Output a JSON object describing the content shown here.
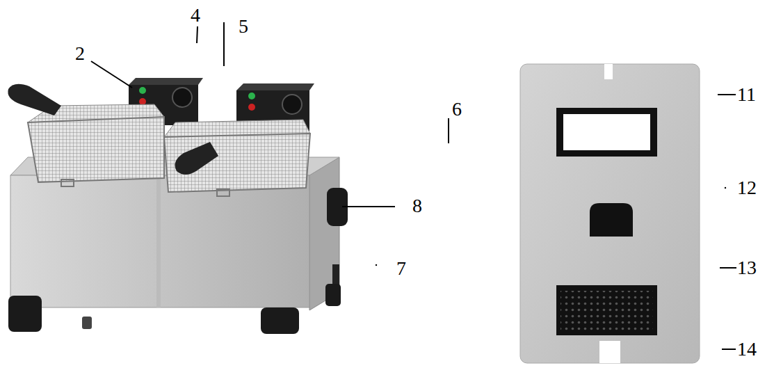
{
  "diagram": {
    "labels": [
      "4",
      "5",
      "2",
      "6",
      "8",
      "7",
      "11",
      "12",
      "13",
      "14"
    ]
  }
}
